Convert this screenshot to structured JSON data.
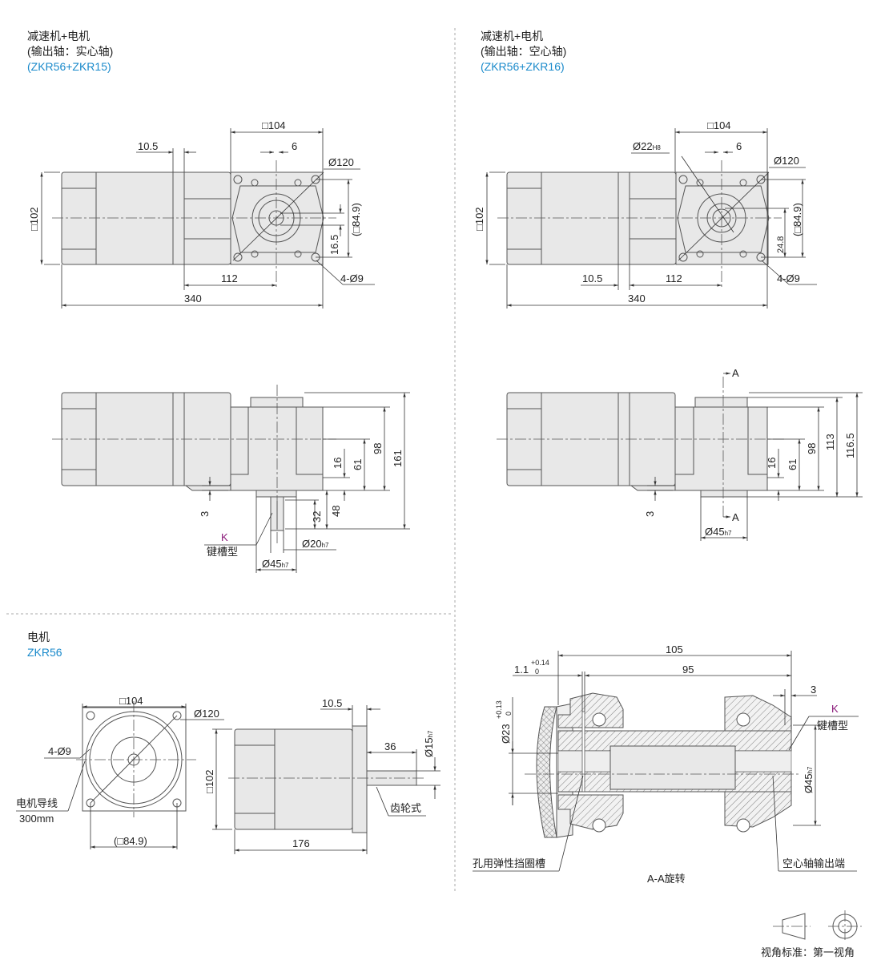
{
  "sections": {
    "top_left": {
      "line1": "减速机+电机",
      "line2": "(输出轴：实心轴)",
      "model": "(ZKR56+ZKR15)"
    },
    "top_right": {
      "line1": "减速机+电机",
      "line2": "(输出轴：空心轴)",
      "model": "(ZKR56+ZKR16)"
    },
    "bottom_left": {
      "line1": "电机",
      "model": "ZKR56"
    }
  },
  "view_tl": {
    "sq104": "□104",
    "d10_5": "10.5",
    "d6": "6",
    "phi120": "Ø120",
    "sq102": "□102",
    "sq84_9": "(□84.9)",
    "d16_5": "16.5",
    "holes": "4-Ø9",
    "d112": "112",
    "d340": "340"
  },
  "view_tr": {
    "sq104": "□104",
    "phi22": "Ø22",
    "phi22_tol": "H8",
    "d6": "6",
    "phi120": "Ø120",
    "sq102": "□102",
    "sq84_9": "(□84.9)",
    "d24_8": "24.8",
    "holes": "4-Ø9",
    "d10_5": "10.5",
    "d112": "112",
    "d340": "340"
  },
  "side_l": {
    "d161": "161",
    "d98": "98",
    "d61": "61",
    "d16": "16",
    "d48": "48",
    "d32": "32",
    "d3": "3",
    "k": "K",
    "key_type": "键槽型",
    "phi20": "Ø20",
    "phi20_tol": "h7",
    "phi45": "Ø45",
    "phi45_tol": "h7"
  },
  "side_r": {
    "section_a": "A",
    "d116_5": "116.5",
    "d113": "113",
    "d98": "98",
    "d61": "61",
    "d16": "16",
    "d3": "3",
    "phi45": "Ø45",
    "phi45_tol": "h7"
  },
  "motor": {
    "sq104": "□104",
    "phi120": "Ø120",
    "holes": "4-Ø9",
    "lead": "电机导线",
    "lead_len": "300mm",
    "sq84_9": "(□84.9)",
    "d10_5": "10.5",
    "d36": "36",
    "phi15": "Ø15",
    "phi15_tol": "h7",
    "sq102": "□102",
    "gear_type": "齿轮式",
    "d176": "176"
  },
  "section_aa": {
    "d105": "105",
    "d95": "95",
    "d1_1": "1.1",
    "tol_up": "+0.14",
    "tol_low": "0",
    "d3": "3",
    "k": "K",
    "key_type": "键槽型",
    "phi23": "Ø23",
    "phi23_up": "+0.13",
    "phi23_low": "0",
    "phi45": "Ø45",
    "phi45_tol": "h7",
    "circlip": "孔用弹性挡圈槽",
    "hollow_end": "空心轴输出端",
    "caption": "A-A旋转"
  },
  "projection": {
    "label": "视角标准：第一视角"
  }
}
